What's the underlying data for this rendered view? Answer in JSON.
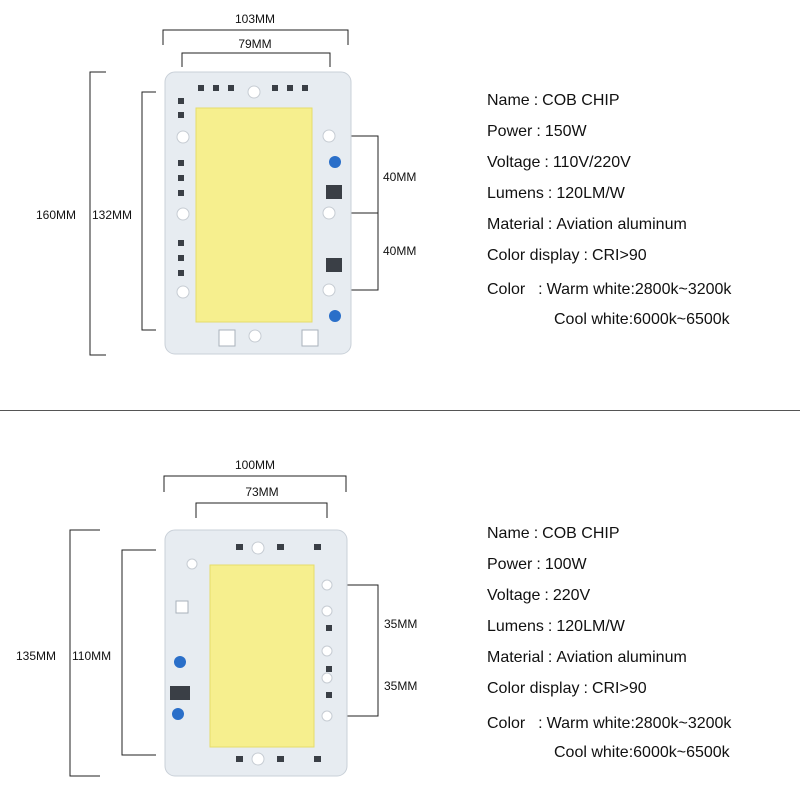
{
  "chips": [
    {
      "dims": {
        "outer_width": "103MM",
        "emitter_width": "79MM",
        "outer_height": "160MM",
        "emitter_height": "132MM",
        "pad_spacing_1": "40MM",
        "pad_spacing_2": "40MM"
      },
      "specs": {
        "name_label": "Name",
        "name_value": "COB CHIP",
        "power_label": "Power",
        "power_value": "150W",
        "voltage_label": "Voltage",
        "voltage_value": "110V/220V",
        "lumens_label": "Lumens",
        "lumens_value": "120LM/W",
        "material_label": "Material",
        "material_value": "Aviation aluminum",
        "cri_label": "Color display",
        "cri_value": "CRI>90",
        "color_label": "Color",
        "color_warm": "Warm white:2800k~3200k",
        "color_cool": "Cool white:6000k~6500k"
      }
    },
    {
      "dims": {
        "outer_width": "100MM",
        "emitter_width": "73MM",
        "outer_height": "135MM",
        "emitter_height": "110MM",
        "pad_spacing_1": "35MM",
        "pad_spacing_2": "35MM"
      },
      "specs": {
        "name_label": "Name",
        "name_value": "COB CHIP",
        "power_label": "Power",
        "power_value": "100W",
        "voltage_label": "Voltage",
        "voltage_value": "220V",
        "lumens_label": "Lumens",
        "lumens_value": "120LM/W",
        "material_label": "Material",
        "material_value": "Aviation aluminum",
        "cri_label": "Color display",
        "cri_value": "CRI>90",
        "color_label": "Color",
        "color_warm": "Warm white:2800k~3200k",
        "color_cool": "Cool white:6000k~6500k"
      }
    }
  ],
  "colors": {
    "board": "#e7ecf1",
    "emitter": "#f6ef8e",
    "line": "#222222",
    "capacitor": "#2a6fc9"
  }
}
